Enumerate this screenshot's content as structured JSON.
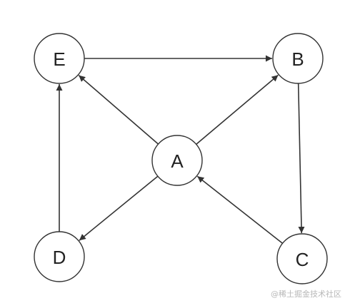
{
  "graph": {
    "nodes": [
      {
        "id": "E",
        "label": "E"
      },
      {
        "id": "B",
        "label": "B"
      },
      {
        "id": "A",
        "label": "A"
      },
      {
        "id": "D",
        "label": "D"
      },
      {
        "id": "C",
        "label": "C"
      }
    ],
    "edges": [
      {
        "from": "E",
        "to": "B"
      },
      {
        "from": "A",
        "to": "E"
      },
      {
        "from": "A",
        "to": "B"
      },
      {
        "from": "A",
        "to": "D"
      },
      {
        "from": "D",
        "to": "E"
      },
      {
        "from": "B",
        "to": "C"
      },
      {
        "from": "C",
        "to": "A"
      }
    ],
    "colors": {
      "stroke": "#333333",
      "fill": "#ffffff",
      "text": "#222222"
    }
  },
  "watermark": "@稀土掘金技术社区"
}
